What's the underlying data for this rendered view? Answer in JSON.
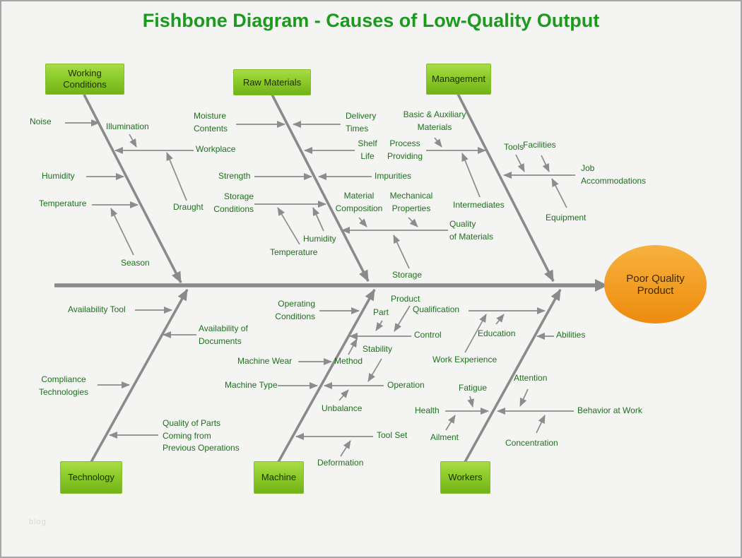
{
  "title": "Fishbone Diagram - Causes of Low-Quality Output",
  "watermark": "blog",
  "effect": {
    "label": "Poor Quality Product"
  },
  "colors": {
    "title_green": "#1b9a1e",
    "label_green": "#1e701e",
    "line_gray": "#8c8c8c",
    "box_green_top": "#a8dc46",
    "box_green_bottom": "#72b318",
    "ellipse_orange_top": "#f7b140",
    "ellipse_orange_bottom": "#ec8b10"
  },
  "categories": {
    "working_conditions": "Working Conditions",
    "raw_materials": "Raw Materials",
    "management": "Management",
    "technology": "Technology",
    "machine": "Machine",
    "workers": "Workers"
  },
  "causes": {
    "working_conditions": {
      "noise": "Noise",
      "illumination": "Illumination",
      "workplace": "Workplace",
      "draught": "Draught",
      "humidity": "Humidity",
      "temperature": "Temperature",
      "season": "Season"
    },
    "raw_materials": {
      "moisture_contents": "Moisture\nContents",
      "delivery_times": "Delivery\nTimes",
      "shelf_life": "Shelf\nLife",
      "strength": "Strength",
      "impurities": "Impurities",
      "storage_conditions": "Storage\nConditions",
      "temperature": "Temperature",
      "humidity": "Humidity",
      "material_composition": "Material\nComposition",
      "mechanical_properties": "Mechanical\nProperties",
      "quality_of_materials": "Quality\nof Materials",
      "storage": "Storage"
    },
    "management": {
      "basic_auxiliary_materials": "Basic & Auxiliary\nMaterials",
      "process_providing": "Process\nProviding",
      "intermediates": "Intermediates",
      "tools": "Tools",
      "facilities": "Facilities",
      "job_accommodations": "Job\nAccommodations",
      "equipment": "Equipment"
    },
    "technology": {
      "availability_tool": "Availability Tool",
      "availability_of_documents": "Availability of\nDocuments",
      "compliance_technologies": "Compliance\nTechnologies",
      "quality_of_parts": "Quality of Parts\nComing from\nPrevious Operations"
    },
    "machine": {
      "operating_conditions": "Operating\nConditions",
      "product": "Product",
      "part": "Part",
      "control": "Control",
      "method": "Method",
      "stability": "Stability",
      "machine_wear": "Machine Wear",
      "machine_type": "Machine Type",
      "operation": "Operation",
      "unbalance": "Unbalance",
      "tool_set": "Tool Set",
      "deformation": "Deformation"
    },
    "workers": {
      "qualification": "Qualification",
      "education": "Education",
      "work_experience": "Work Experience",
      "abilities": "Abilities",
      "fatigue": "Fatigue",
      "health": "Health",
      "ailment": "Ailment",
      "attention": "Attention",
      "behavior_at_work": "Behavior at Work",
      "concentration": "Concentration"
    }
  }
}
